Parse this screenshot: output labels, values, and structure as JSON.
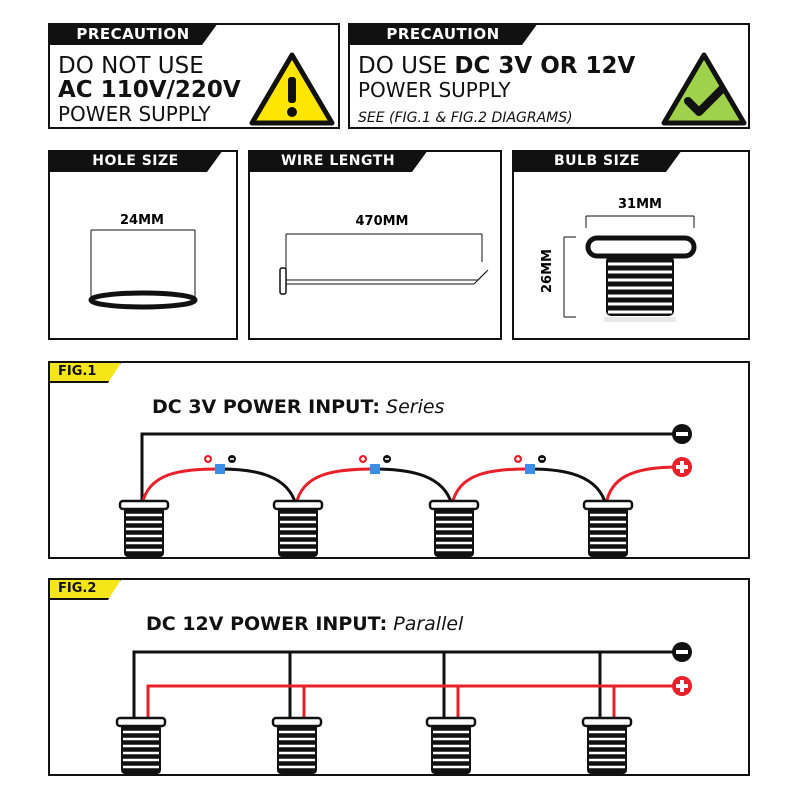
{
  "precaution1": {
    "tab": "PRECAUTION",
    "line1": "DO NOT USE",
    "line2": "AC 110V/220V",
    "line3": "POWER SUPPLY",
    "icon": "warning-icon"
  },
  "precaution2": {
    "tab": "PRECAUTION",
    "line1_prefix": "DO USE ",
    "line1_bold": "DC 3V OR 12V",
    "line2": "POWER SUPPLY",
    "line3": "SEE (FIG.1 & FIG.2 DIAGRAMS)",
    "icon": "check-icon"
  },
  "hole": {
    "tab": "HOLE SIZE",
    "dim": "24MM"
  },
  "wire": {
    "tab": "WIRE LENGTH",
    "dim": "470MM"
  },
  "bulb": {
    "tab": "BULB SIZE",
    "width": "31MM",
    "height": "26MM"
  },
  "fig1": {
    "tab": "FIG.1",
    "title": "DC 3V POWER INPUT:",
    "mode": "Series"
  },
  "fig2": {
    "tab": "FIG.2",
    "title": "DC 12V POWER INPUT:",
    "mode": "Parallel"
  },
  "colors": {
    "warning_yellow": "#ffe600",
    "check_green": "#9fd24a",
    "wire_red": "#e8202a",
    "connector_blue": "#3a8ee8",
    "fig_tab_yellow": "#f5e61a"
  }
}
